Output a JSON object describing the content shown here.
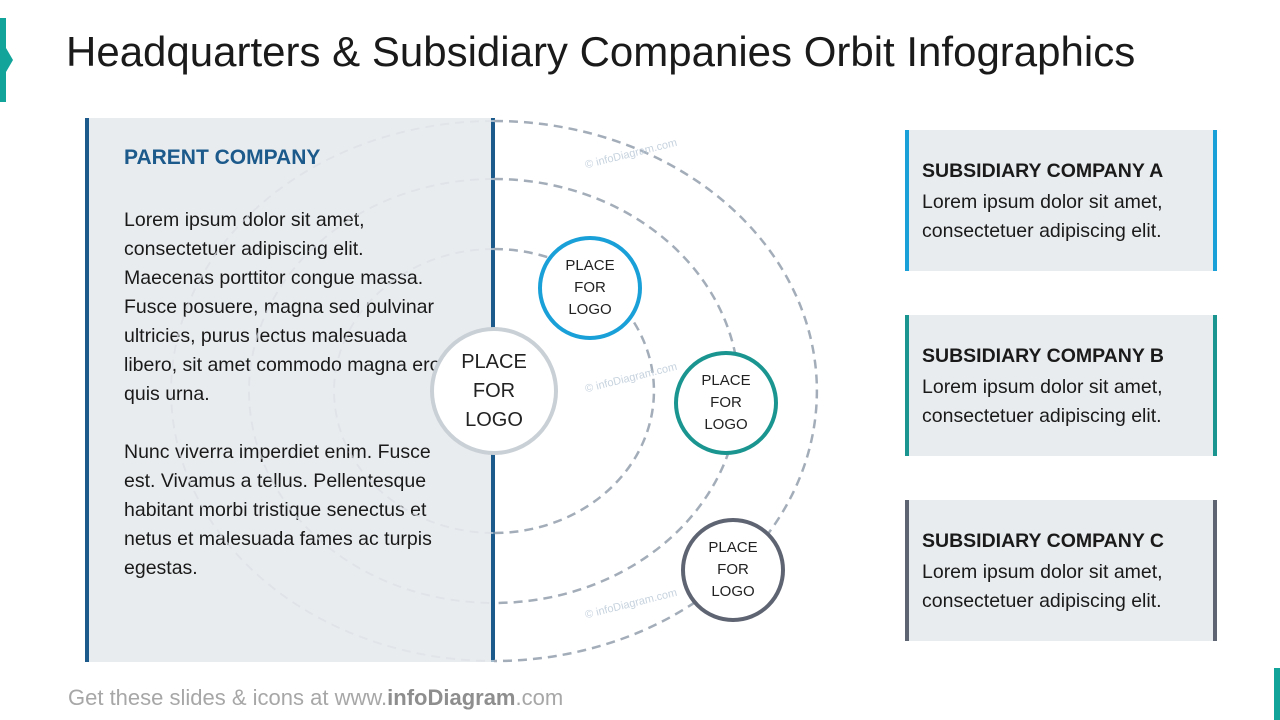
{
  "title": "Headquarters & Subsidiary Companies Orbit Infographics",
  "parent": {
    "heading": "PARENT COMPANY",
    "paragraph1": "Lorem ipsum dolor sit amet, consectetuer adipiscing elit. Maecenas porttitor congue massa. Fusce posuere, magna sed pulvinar ultricies, purus lectus malesuada libero, sit amet commodo magna eros quis urna.",
    "paragraph2": "Nunc viverra imperdiet enim. Fusce est. Vivamus a tellus. Pellentesque habitant morbi tristique senectus et netus et malesuada fames ac turpis egestas."
  },
  "logo_text": {
    "line1": "PLACE",
    "line2": "FOR",
    "line3": "LOGO"
  },
  "subsidiaries": [
    {
      "title": "SUBSIDIARY COMPANY A",
      "text": "Lorem ipsum dolor sit amet, consectetuer adipiscing elit.",
      "color": "#1aa0d8"
    },
    {
      "title": "SUBSIDIARY COMPANY B",
      "text": "Lorem ipsum dolor sit amet, consectetuer adipiscing elit.",
      "color": "#1a9590"
    },
    {
      "title": "SUBSIDIARY COMPANY C",
      "text": "Lorem ipsum dolor sit amet, consectetuer adipiscing elit.",
      "color": "#5f6472"
    }
  ],
  "colors": {
    "accent_teal": "#12a39b",
    "parent_blue": "#1c5a8c",
    "orbit_gray": "#a3adb9",
    "panel_bg": "#e9ecef"
  },
  "watermark": "© infoDiagram.com",
  "footer": {
    "prefix": "Get these slides & icons at www.",
    "brand": "infoDiagram",
    "suffix": ".com"
  }
}
